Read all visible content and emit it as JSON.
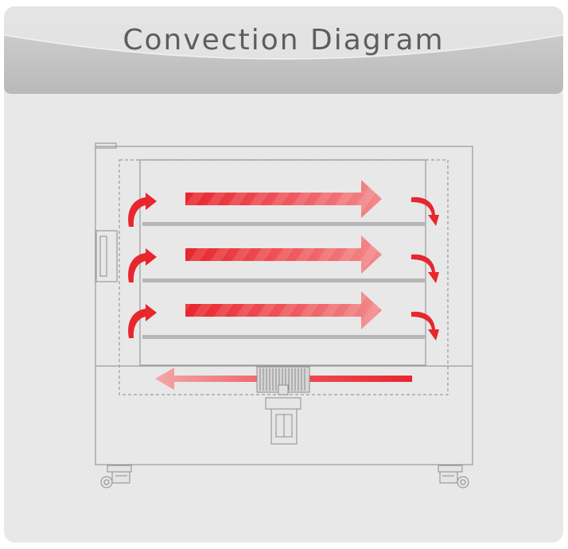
{
  "header": {
    "title": "Convection Diagram"
  },
  "colors": {
    "background": "#e8e8e8",
    "header_top": "#cfcfcf",
    "header_bottom": "#b4b4b4",
    "outline": "#9a9a9a",
    "shelf": "#b6b6b6",
    "hot_air": "#e8262e",
    "title_text": "#5e5e5e"
  },
  "diagram": {
    "shelves": 3,
    "airflow_arrows": 3,
    "entry_arrows": 3,
    "exit_arrows": 3,
    "return_airflow": "right-to-left",
    "fan": "heating-fan",
    "casters": 2
  }
}
